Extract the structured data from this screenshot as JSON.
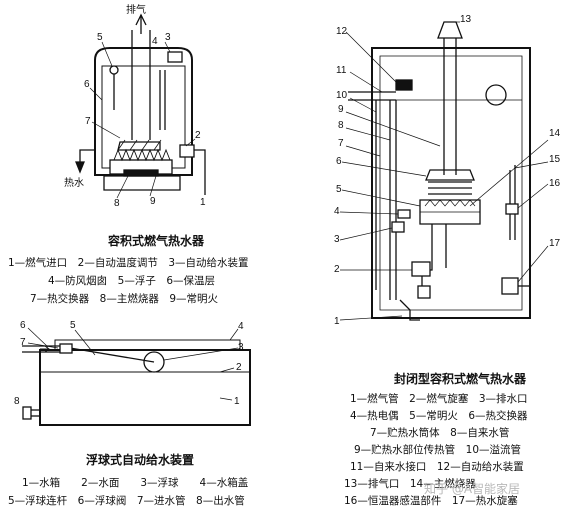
{
  "fig1": {
    "caption": "容积式燃气热水器",
    "top_label": "排气",
    "hot_water_label": "热水",
    "numbers": [
      "1",
      "2",
      "3",
      "4",
      "5",
      "6",
      "7",
      "8",
      "9"
    ],
    "legend": [
      "1—燃气进口　2—自动温度调节　3—自动给水装置",
      "4—防风烟囱　5—浮子　6—保温层",
      "7—热交换器　8—主燃烧器　9—常明火"
    ]
  },
  "fig2": {
    "caption": "浮球式自动给水装置",
    "numbers": [
      "1",
      "2",
      "3",
      "4",
      "5",
      "6",
      "7",
      "8"
    ],
    "legend": [
      "1—水箱　　2—水面　　3—浮球　　4—水箱盖",
      "5—浮球连杆　6—浮球阀　7—进水管　8—出水管"
    ]
  },
  "fig3": {
    "caption": "封闭型容积式燃气热水器",
    "numbers": [
      "1",
      "2",
      "3",
      "4",
      "5",
      "6",
      "7",
      "8",
      "9",
      "10",
      "11",
      "12",
      "13",
      "14",
      "15",
      "16",
      "17"
    ],
    "legend": [
      "1—燃气管　2—燃气旋塞　3—排水口",
      "4—热电偶　5—常明火　6—热交换器",
      "7—贮热水筒体　8—自来水管",
      "9—贮热水部位传热管　10—溢流管",
      "11—自来水接口　12—自动给水装置",
      "13—排气口　14—主燃烧器",
      "16—恒温器感温部件　17—热水旋塞"
    ]
  },
  "watermark": "知乎 @A智能家居"
}
